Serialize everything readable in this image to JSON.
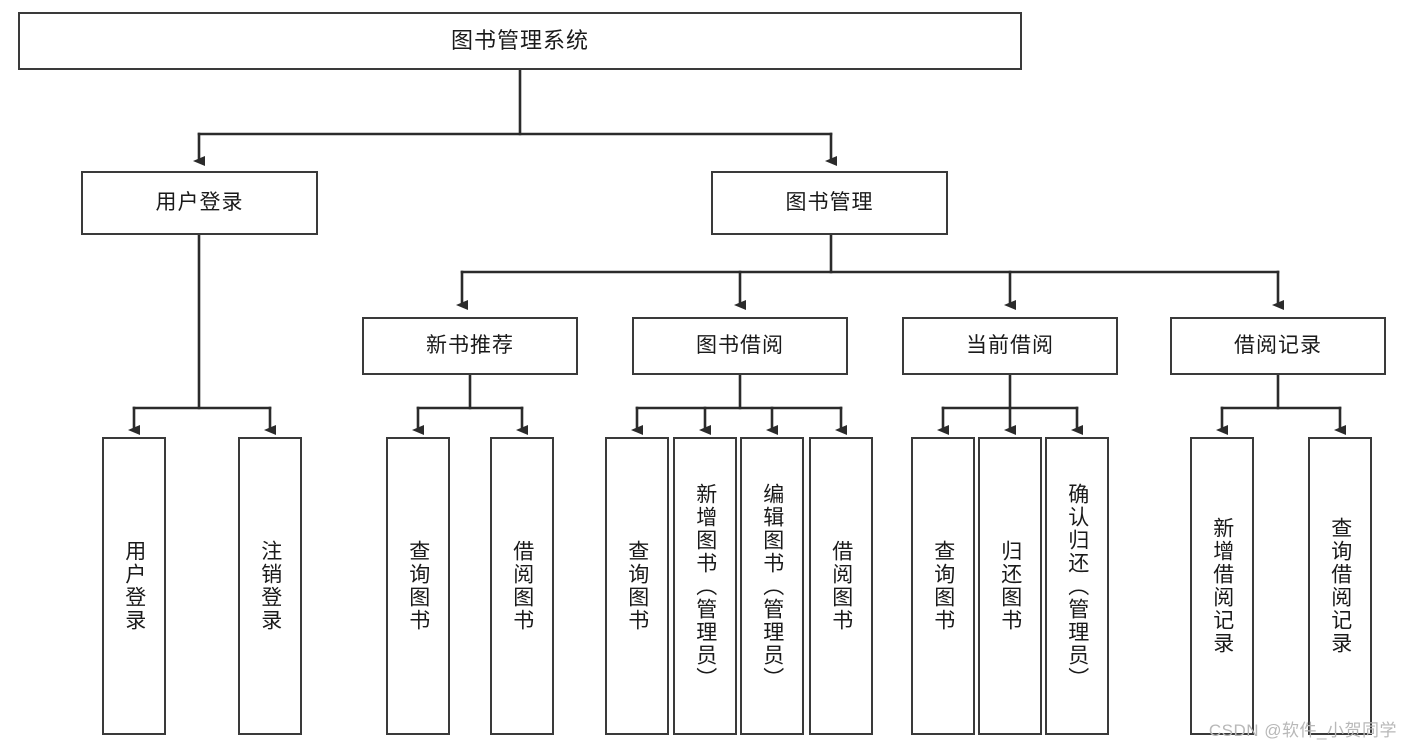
{
  "diagram": {
    "title": "图书管理系统",
    "type": "tree-hierarchy-diagram",
    "watermark": "CSDN @软件_小贺同学",
    "colors": {
      "box_border": "#3a3a3a",
      "box_fill": "#ffffff",
      "edge": "#2b2b2b",
      "text": "#1a1a1a",
      "watermark": "#b8b8b8",
      "background": "#ffffff"
    },
    "root": {
      "id": "root",
      "label": "图书管理系统"
    },
    "level1": [
      {
        "id": "user-login",
        "label": "用户登录"
      },
      {
        "id": "book-manage",
        "label": "图书管理"
      }
    ],
    "level2": [
      {
        "id": "new-book-rec",
        "label": "新书推荐",
        "parent": "book-manage"
      },
      {
        "id": "book-borrow",
        "label": "图书借阅",
        "parent": "book-manage"
      },
      {
        "id": "current-borrow",
        "label": "当前借阅",
        "parent": "book-manage"
      },
      {
        "id": "borrow-record",
        "label": "借阅记录",
        "parent": "book-manage"
      }
    ],
    "leaves": [
      {
        "id": "leaf-user-login",
        "label": "用户登录",
        "parent": "user-login"
      },
      {
        "id": "leaf-logout",
        "label": "注销登录",
        "parent": "user-login"
      },
      {
        "id": "leaf-query-book-1",
        "label": "查询图书",
        "parent": "new-book-rec"
      },
      {
        "id": "leaf-borrow-book-1",
        "label": "借阅图书",
        "parent": "new-book-rec"
      },
      {
        "id": "leaf-query-book-2",
        "label": "查询图书",
        "parent": "book-borrow"
      },
      {
        "id": "leaf-add-book",
        "label": "新增图书（管理员）",
        "parent": "book-borrow"
      },
      {
        "id": "leaf-edit-book",
        "label": "编辑图书（管理员）",
        "parent": "book-borrow"
      },
      {
        "id": "leaf-borrow-book-2",
        "label": "借阅图书",
        "parent": "book-borrow"
      },
      {
        "id": "leaf-query-book-3",
        "label": "查询图书",
        "parent": "current-borrow"
      },
      {
        "id": "leaf-return-book",
        "label": "归还图书",
        "parent": "current-borrow"
      },
      {
        "id": "leaf-confirm-return",
        "label": "确认归还（管理员）",
        "parent": "current-borrow"
      },
      {
        "id": "leaf-add-record",
        "label": "新增借阅记录",
        "parent": "borrow-record"
      },
      {
        "id": "leaf-query-record",
        "label": "查询借阅记录",
        "parent": "borrow-record"
      }
    ]
  }
}
